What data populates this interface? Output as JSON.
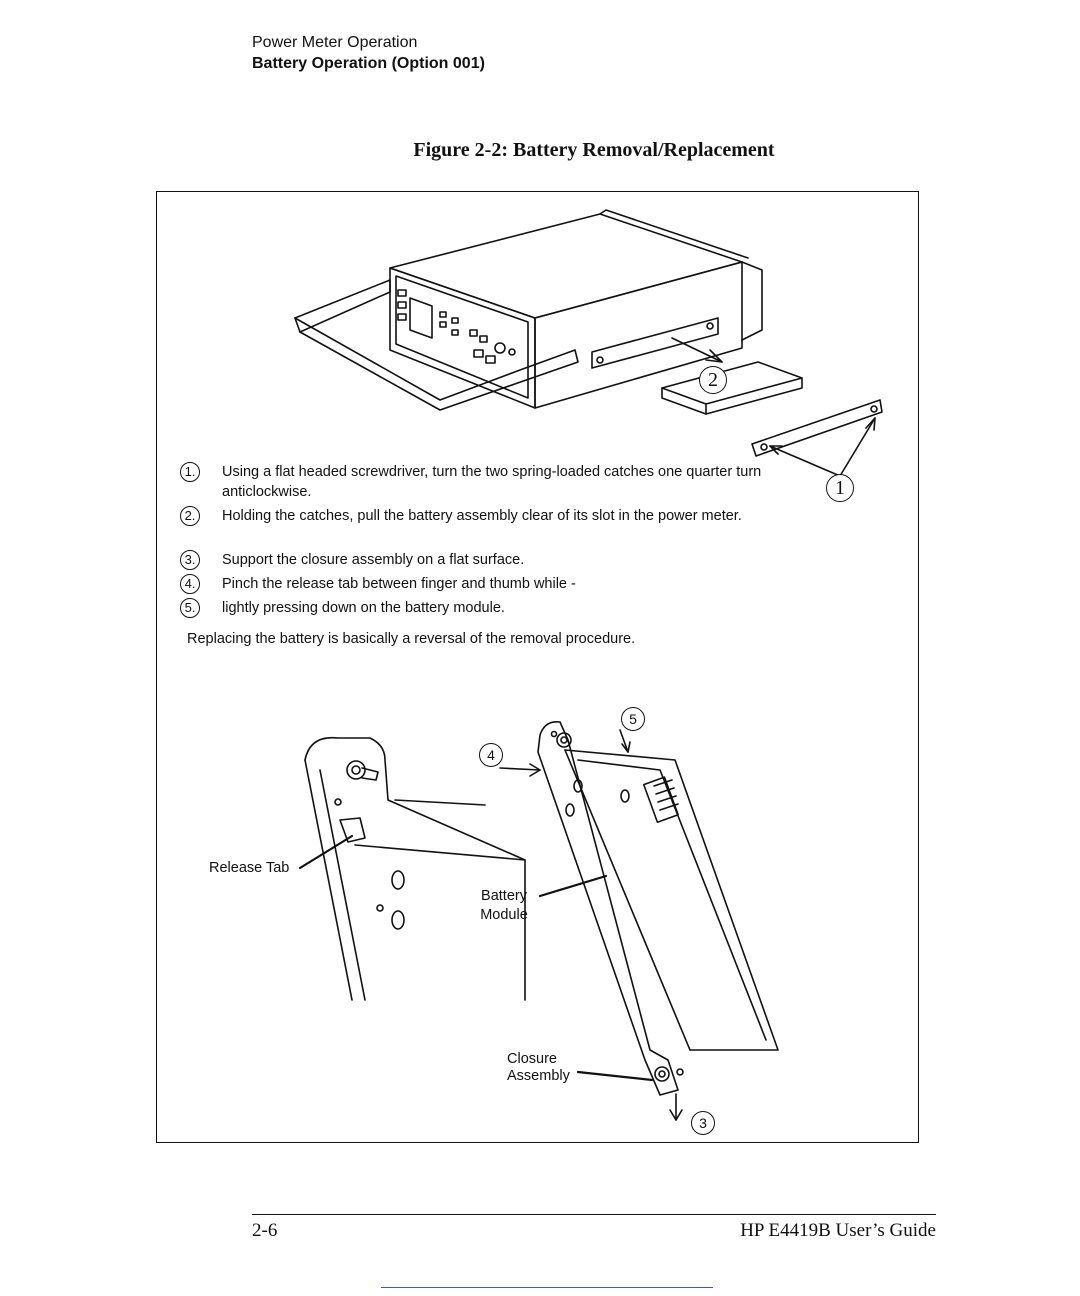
{
  "header": {
    "section": "Power Meter Operation",
    "subsection": "Battery Operation (Option 001)"
  },
  "figure": {
    "title": "Figure 2-2:  Battery Removal/Replacement",
    "steps": [
      {
        "num": "1.",
        "text": "Using a flat headed screwdriver, turn the two spring-loaded catches one quarter turn anticlockwise."
      },
      {
        "num": "2.",
        "text": "Holding the catches, pull the battery assembly clear of its slot in the power meter."
      },
      {
        "num": "3.",
        "text": "Support the closure assembly on a flat surface."
      },
      {
        "num": "4.",
        "text": "Pinch the release tab between finger and thumb while -"
      },
      {
        "num": "5.",
        "text": "lightly pressing down on the battery module."
      }
    ],
    "note": "Replacing the battery is basically a reversal of the removal procedure.",
    "labels": {
      "release_tab": "Release Tab",
      "battery_module_1": "Battery",
      "battery_module_2": "Module",
      "closure_assembly_1": "Closure",
      "closure_assembly_2": "Assembly"
    },
    "callouts": {
      "c1": "1",
      "c2": "2",
      "c3": "3",
      "c4": "4",
      "c5": "5"
    }
  },
  "footer": {
    "page": "2-6",
    "guide": "HP E4419B User’s Guide"
  }
}
